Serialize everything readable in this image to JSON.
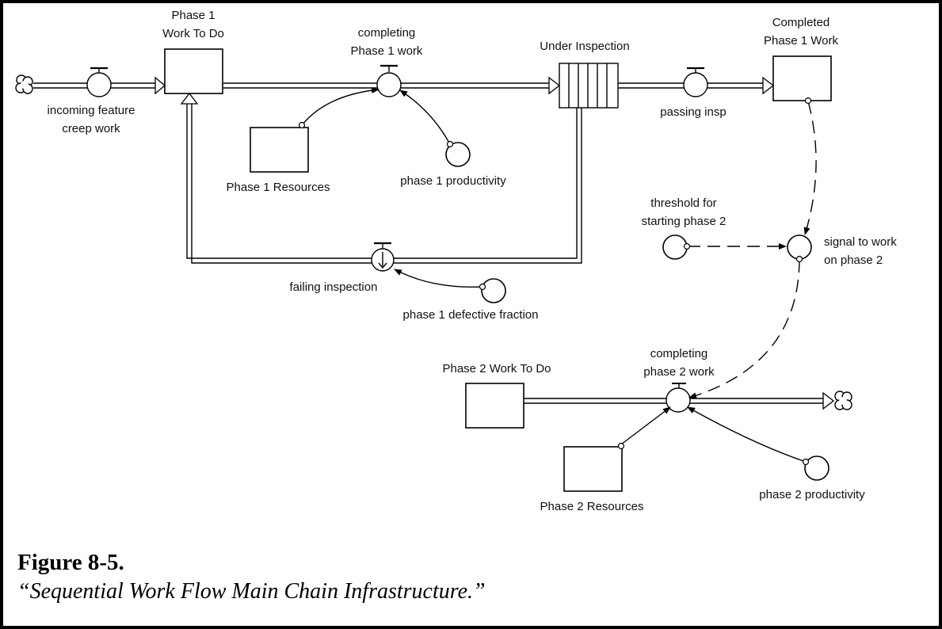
{
  "diagram": {
    "stocks": {
      "phase1_work_to_do": "Phase 1\nWork To Do",
      "under_inspection": "Under Inspection",
      "completed_phase1_work": "Completed\nPhase 1 Work",
      "phase1_resources": "Phase 1 Resources",
      "phase2_work_to_do": "Phase 2 Work To Do",
      "phase2_resources": "Phase 2 Resources"
    },
    "flows": {
      "incoming_feature_creep": "incoming feature\ncreep work",
      "completing_phase1": "completing\nPhase 1 work",
      "passing_insp": "passing insp",
      "failing_inspection": "failing inspection",
      "completing_phase2": "completing\nphase 2 work"
    },
    "converters": {
      "phase1_productivity": "phase 1 productivity",
      "phase1_defective_fraction": "phase 1 defective fraction",
      "threshold_phase2": "threshold for\nstarting phase 2",
      "signal_phase2": "signal to work\non phase 2",
      "phase2_productivity": "phase 2 productivity"
    },
    "icons": [
      "cloud-source-icon",
      "cloud-sink-icon",
      "valve-icon",
      "converter-icon",
      "conveyor-icon"
    ],
    "colors": {
      "line": "#000000",
      "background": "#ffffff"
    }
  },
  "caption": {
    "number": "Figure 8-5.",
    "title": "“Sequential Work Flow Main Chain Infrastructure.”"
  }
}
